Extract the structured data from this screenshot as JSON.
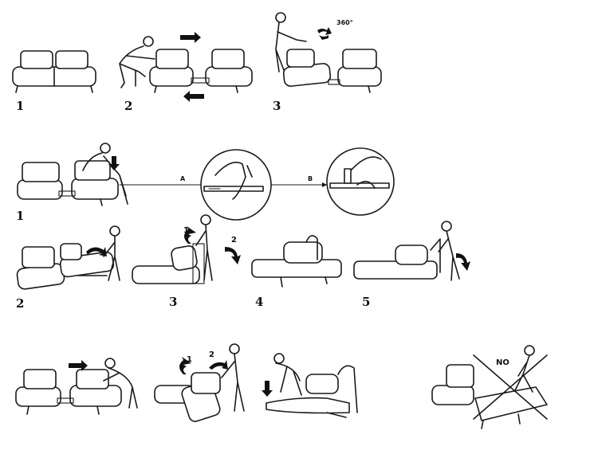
{
  "step_labels": {
    "s1": "1",
    "s2": "2",
    "s3": "3",
    "t1": "1",
    "t2": "2",
    "t3": "3",
    "t4": "4",
    "t5": "5"
  },
  "callouts": {
    "a": "A",
    "b": "B"
  },
  "arrow_numbers": {
    "first": "1",
    "second": "2",
    "third": "1",
    "fourth": "2"
  },
  "rotation_label": "360°",
  "warning_label": "NO"
}
